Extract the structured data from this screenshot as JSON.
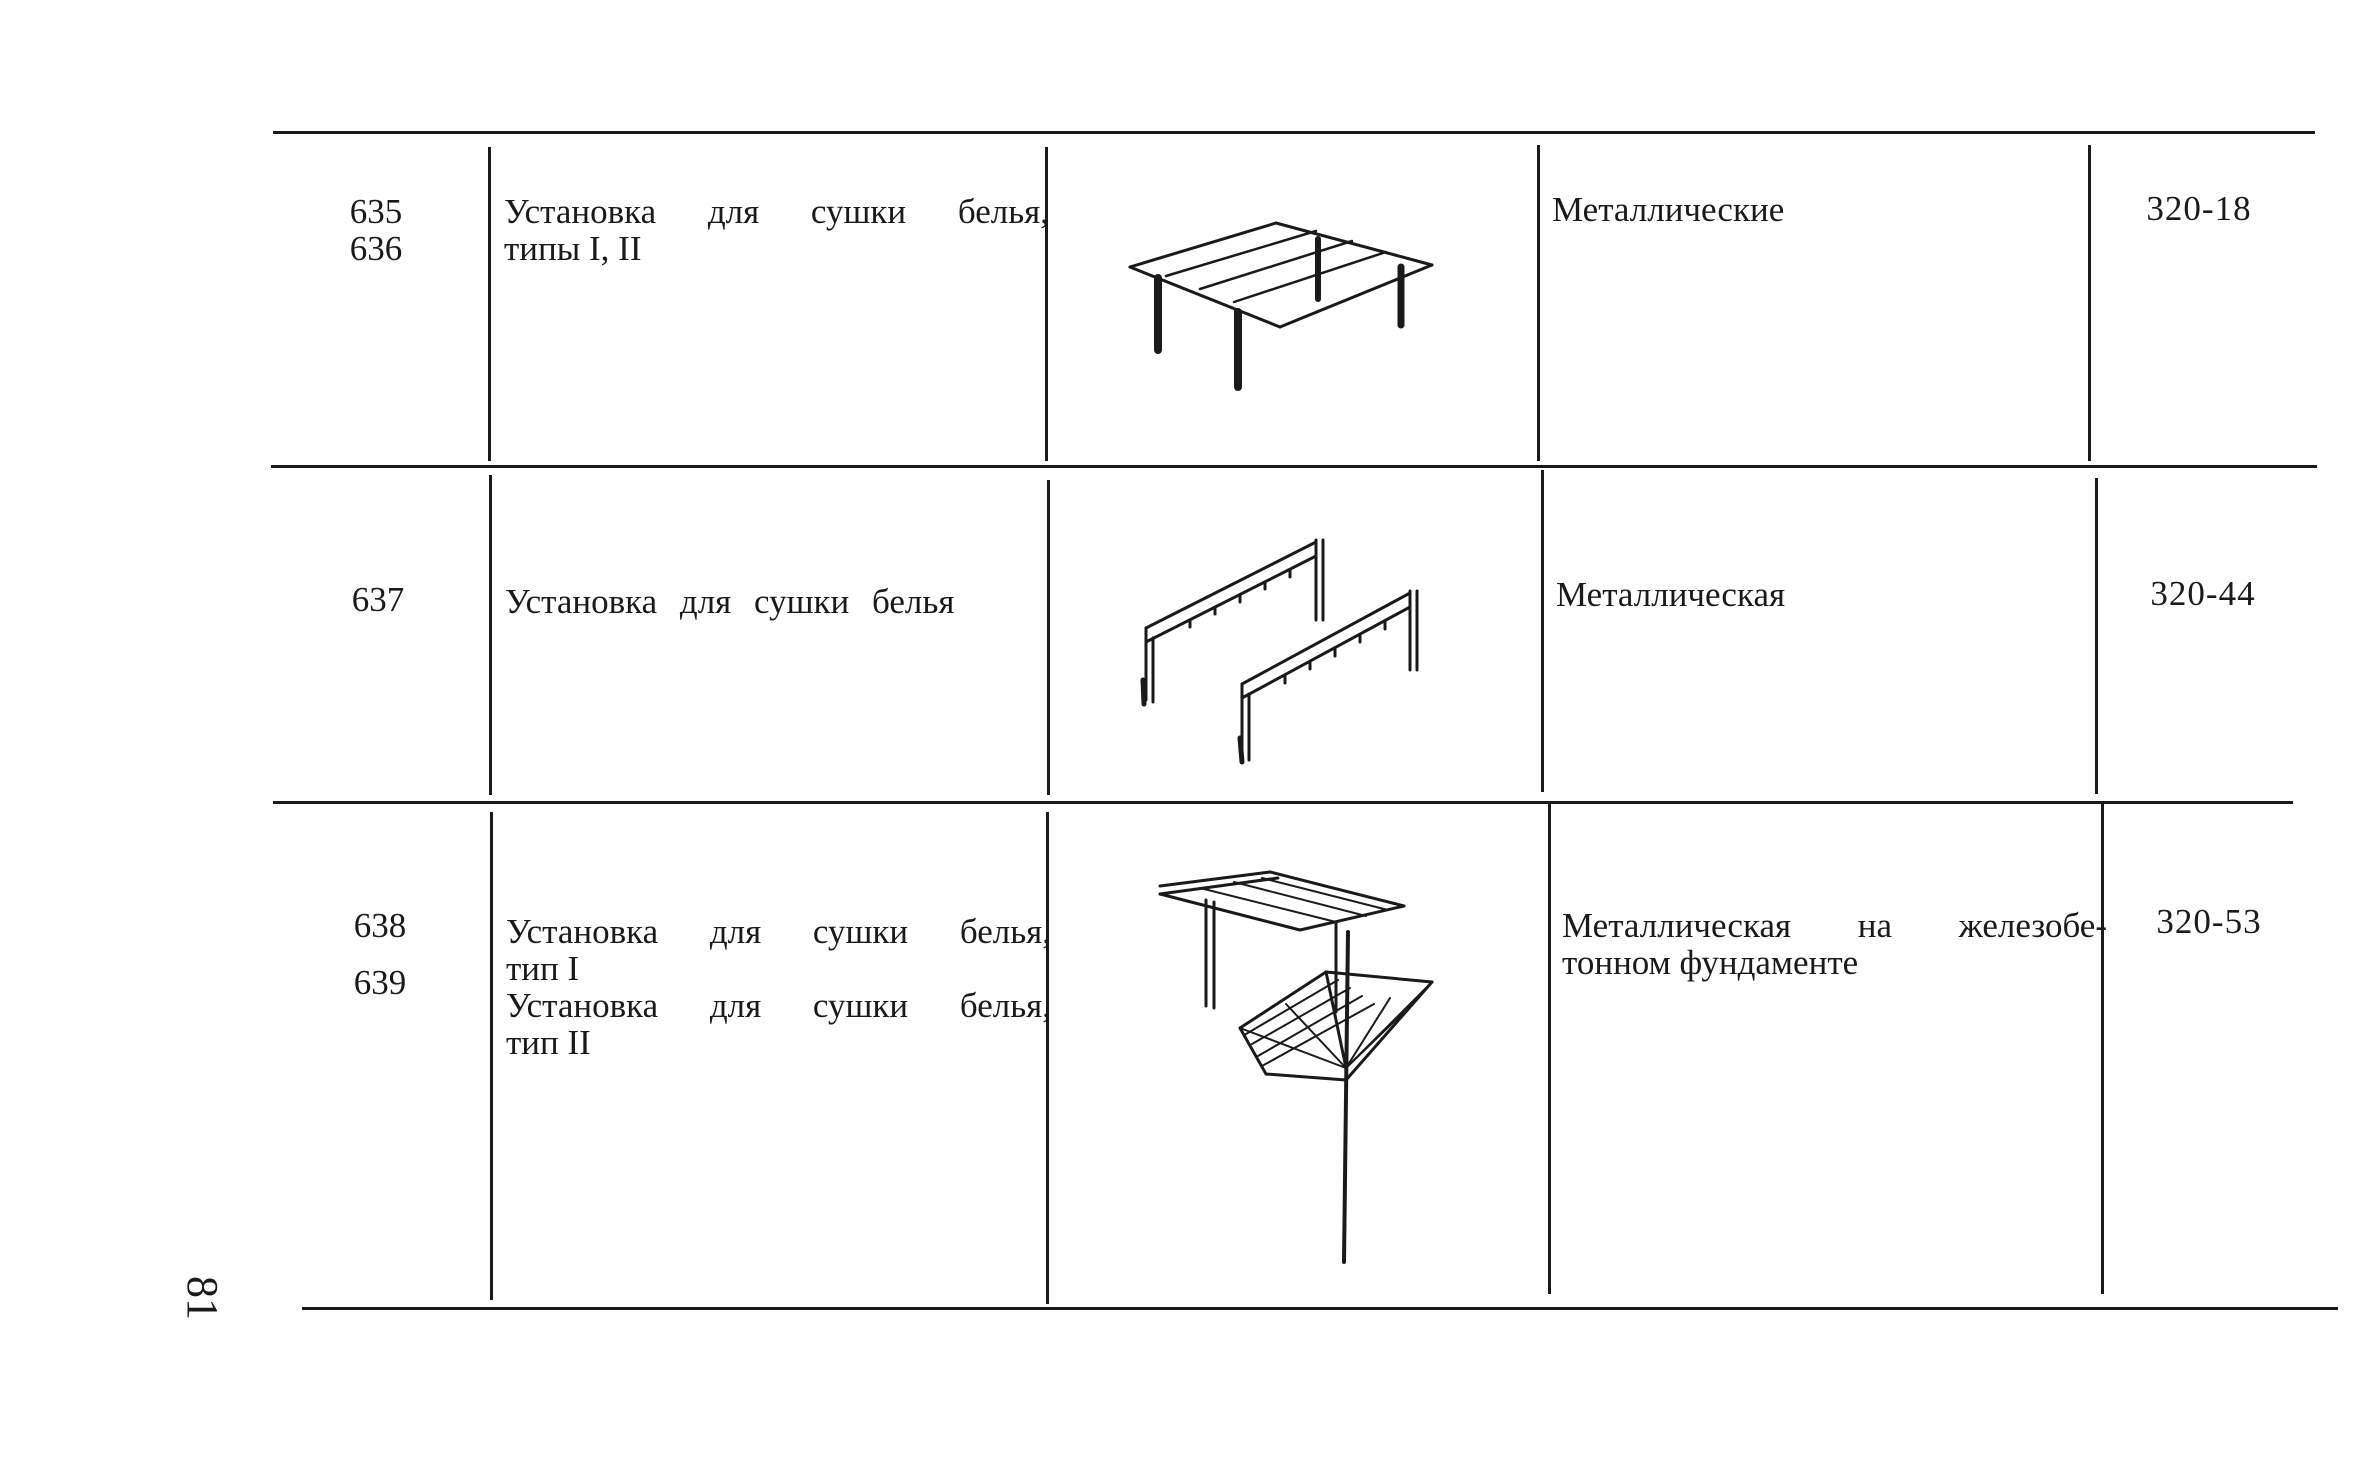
{
  "page_number": "81",
  "rows": [
    {
      "numbers": [
        "635",
        "636"
      ],
      "name_lines": [
        "Установка для сушки белья,",
        "типы I, II"
      ],
      "material_lines": [
        "Металлические"
      ],
      "code": "320-18",
      "figure_icon": "clothes-drying-frame-icon"
    },
    {
      "numbers": [
        "637"
      ],
      "name_lines": [
        "Установка для сушки белья"
      ],
      "material_lines": [
        "Металлическая"
      ],
      "code": "320-44",
      "figure_icon": "drying-posts-icon"
    },
    {
      "numbers": [
        "638",
        "639"
      ],
      "name_lines": [
        "Установка для сушки белья,",
        "тип I",
        "Установка для сушки белья,",
        "тип II"
      ],
      "material_lines": [
        "Металлическая на железобе-",
        "тонном фундаменте"
      ],
      "code": "320-53",
      "figure_icon": "umbrella-dryer-icon"
    }
  ]
}
